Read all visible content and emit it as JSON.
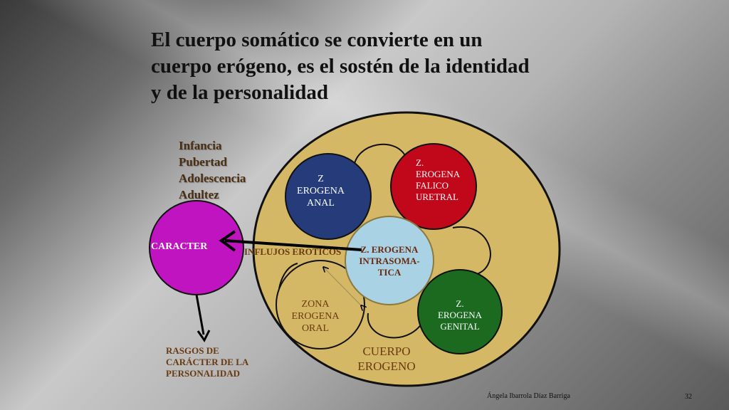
{
  "title": {
    "line1": "El cuerpo somático se convierte en un",
    "line2": "cuerpo erógeno, es el sostén de la identidad",
    "line3": "y de la personalidad"
  },
  "stages": [
    "Infancia",
    "Pubertad",
    "Adolescencia",
    "Adultez"
  ],
  "caracter": "CARACTER",
  "influjos": "INFLUJOS EROTICOS",
  "zones": {
    "anal": [
      "Z",
      "EROGENA",
      "ANAL"
    ],
    "falico": [
      "Z.",
      "EROGENA",
      "FALICO",
      "URETRAL"
    ],
    "intrasomatica": [
      "Z.  EROGENA",
      "INTRASOMA-",
      "TICA"
    ],
    "oral": [
      "ZONA",
      "EROGENA",
      "ORAL"
    ],
    "genital": [
      "Z.",
      "EROGENA",
      "GENITAL"
    ]
  },
  "cuerpo": [
    "CUERPO",
    "EROGENO"
  ],
  "rasgos": [
    "RASGOS DE",
    "CARÁCTER DE LA",
    "PERSONALIDAD"
  ],
  "footer": {
    "author": "Ángela Ibarrola Díaz Barriga",
    "page": "32"
  },
  "colors": {
    "body_circle": "#d4b865",
    "anal": "#253b7a",
    "falico": "#c0081a",
    "intrasomatica": "#a9d2e4",
    "oral": "#d4b865",
    "genital": "#1b6a20",
    "caracter": "#c014c0"
  }
}
